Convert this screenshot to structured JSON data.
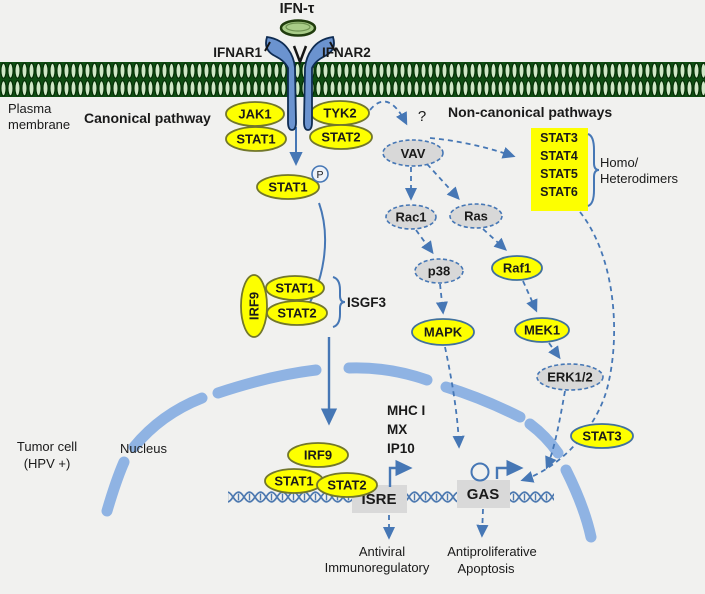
{
  "title": "IFN-τ",
  "receptor": {
    "ifnar1": "IFNAR1",
    "ifnar2": "IFNAR2"
  },
  "membrane": {
    "label_line1": "Plasma",
    "label_line2": "membrane"
  },
  "pathways": {
    "canonical": "Canonical pathway",
    "noncanonical": "Non-canonical pathways",
    "question_mark": "?"
  },
  "nodes": {
    "jak1": "JAK1",
    "stat1_receptor": "STAT1",
    "tyk2": "TYK2",
    "stat2_receptor": "STAT2",
    "vav": "VAV",
    "stat1_phospho": "STAT1",
    "phospho_tag": "P",
    "rac1": "Rac1",
    "ras": "Ras",
    "p38": "p38",
    "raf1": "Raf1",
    "mapk": "MAPK",
    "mek1": "MEK1",
    "erk12": "ERK1/2",
    "stat3_nuclear": "STAT3"
  },
  "stat_box": {
    "items": [
      "STAT3",
      "STAT4",
      "STAT5",
      "STAT6"
    ],
    "label_line1": "Homo/",
    "label_line2": "Heterodimers"
  },
  "isgf3": {
    "irf9": "IRF9",
    "stat1": "STAT1",
    "stat2": "STAT2",
    "complex_label": "ISGF3"
  },
  "nucleus_complex": {
    "irf9": "IRF9",
    "stat1": "STAT1",
    "stat2": "STAT2"
  },
  "genes": {
    "line1": "MHC I",
    "line2": "MX",
    "line3": "IP10"
  },
  "dna": {
    "isre": "ISRE",
    "gas": "GAS"
  },
  "cell": {
    "tumor_line1": "Tumor cell",
    "tumor_line2": "(HPV +)",
    "nucleus": "Nucleus"
  },
  "outcomes": {
    "isre_line1": "Antiviral",
    "isre_line2": "Immunoregulatory",
    "gas_line1": "Antiproliferative",
    "gas_line2": "Apoptosis"
  },
  "colors": {
    "background": "#f1f1ef",
    "node_yellow": "#fdff00",
    "node_gray": "#d8d8d8",
    "arrow_blue": "#4677b5",
    "nuclear_envelope": "#8fb3e3",
    "membrane_green": "#0e4d12",
    "gene_box_gray": "#d9d9d9",
    "receptor_blue": "#6b93cf",
    "ligand_green": "#a8cc88"
  }
}
